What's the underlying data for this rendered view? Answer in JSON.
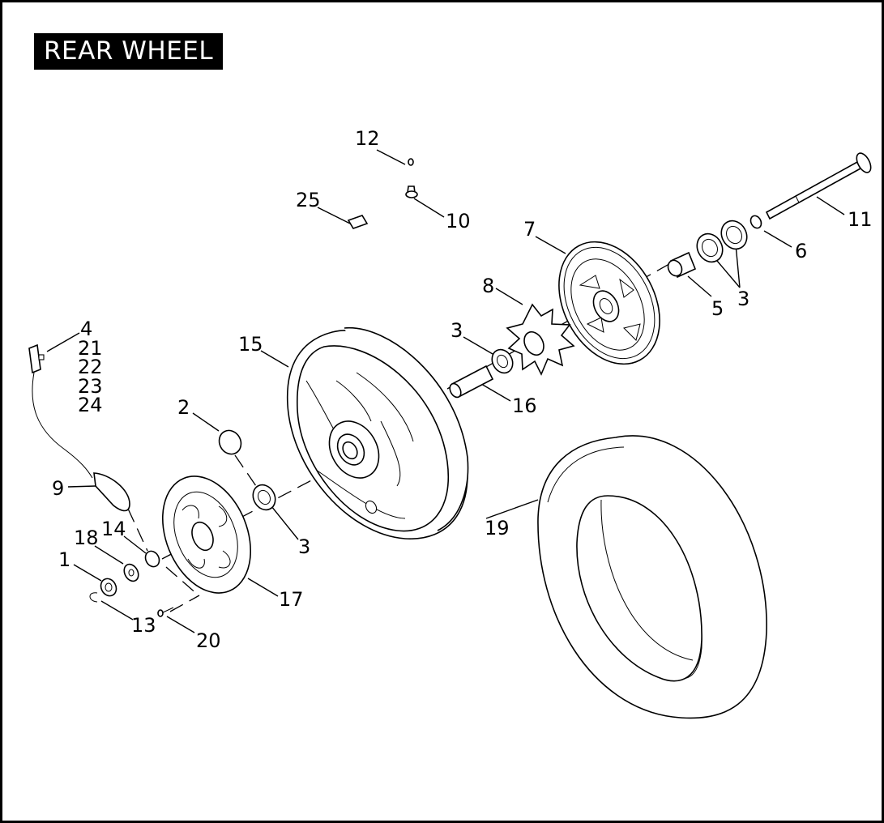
{
  "title": "REAR WHEEL",
  "callouts": {
    "c1": "1",
    "c2": "2",
    "c3a": "3",
    "c3b": "3",
    "c3c": "3",
    "c4": "4",
    "c21": "21",
    "c22": "22",
    "c23": "23",
    "c24": "24",
    "c5": "5",
    "c6": "6",
    "c7": "7",
    "c8": "8",
    "c9": "9",
    "c10": "10",
    "c11": "11",
    "c12": "12",
    "c13": "13",
    "c14": "14",
    "c15": "15",
    "c16": "16",
    "c17": "17",
    "c18": "18",
    "c19": "19",
    "c20": "20",
    "c25": "25"
  },
  "colors": {
    "line": "#000000",
    "background": "#ffffff",
    "title_bg": "#000000",
    "title_fg": "#ffffff"
  }
}
